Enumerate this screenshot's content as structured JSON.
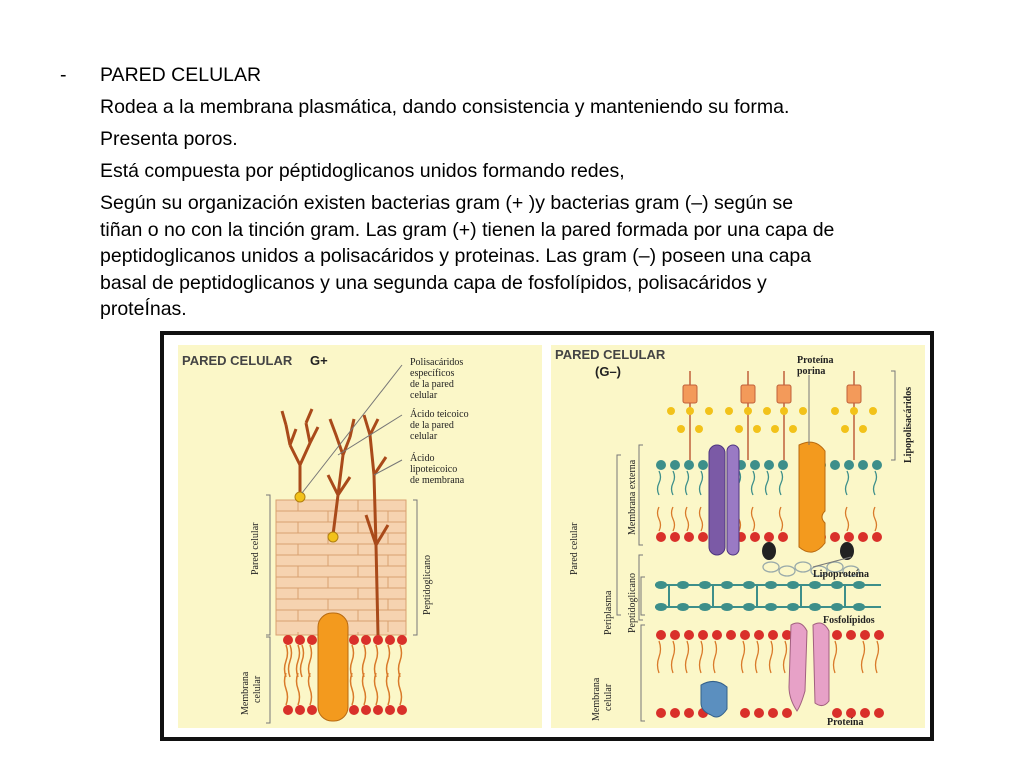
{
  "slide": {
    "bullet_marker": "-",
    "heading": "PARED CELULAR",
    "paragraphs": [
      "Rodea a la membrana plasmática, dando consistencia y manteniendo su forma.",
      "Presenta poros.",
      "Está compuesta por péptidoglicanos unidos formando redes,"
    ],
    "organization_lines": [
      "Según su organización existen bacterias gram (+ )y bacterias gram (–) según se",
      "tiñan o no con la tinción gram. Las gram (+) tienen la pared formada por una capa de",
      "peptidoglicanos unidos a polisacáridos y proteinas. Las gram (–) poseen una capa",
      "basal de peptidoglicanos  y una segunda capa de fosfolípidos, polisacáridos y",
      "proteÍnas."
    ]
  },
  "figure": {
    "gram_positive": {
      "title": "PARED CELULAR",
      "title_suffix": "G+",
      "labels": {
        "polisacaridos": [
          "Polisacáridos",
          "específicos",
          "de la pared",
          "celular"
        ],
        "teicoico": [
          "Ácido teicoico",
          "de la pared",
          "celular"
        ],
        "lipoteicoico": [
          "Ácido",
          "lipoteicoico",
          "de membrana"
        ],
        "pared_celular": "Pared celular",
        "peptidoglicano": "Peptidoglicano",
        "membrana": [
          "Membrana",
          "celular"
        ]
      }
    },
    "gram_negative": {
      "title": "PARED CELULAR",
      "title_suffix": "(G–)",
      "labels": {
        "porina": [
          "Proteína",
          "porina"
        ],
        "lipopolisacaridos": "Lipopolisacáridos",
        "membrana_externa": "Membrana externa",
        "pared_celular": "Pared celular",
        "lipoproteina": "Lipoproteína",
        "periplasma": "Periplasma",
        "peptidoglicano": "Peptidoglicano",
        "fosfolipidos": "Fosfolípidos",
        "membrana": [
          "Membrana",
          "celular"
        ],
        "proteina": "Proteína"
      }
    },
    "colors": {
      "panel_bg": "#fbf7c8",
      "head_red": "#d9302a",
      "head_yellow": "#f2c21a",
      "tail_orange": "#d97a2a",
      "teal": "#3d8f8a",
      "protein_orange": "#f39a1e",
      "protein_purple": "#7b5aa6",
      "protein_pink": "#e7a1c7",
      "protein_blue": "#5b8fbf",
      "wall_brick": "#f6d3b0",
      "frame": "#111111"
    }
  }
}
